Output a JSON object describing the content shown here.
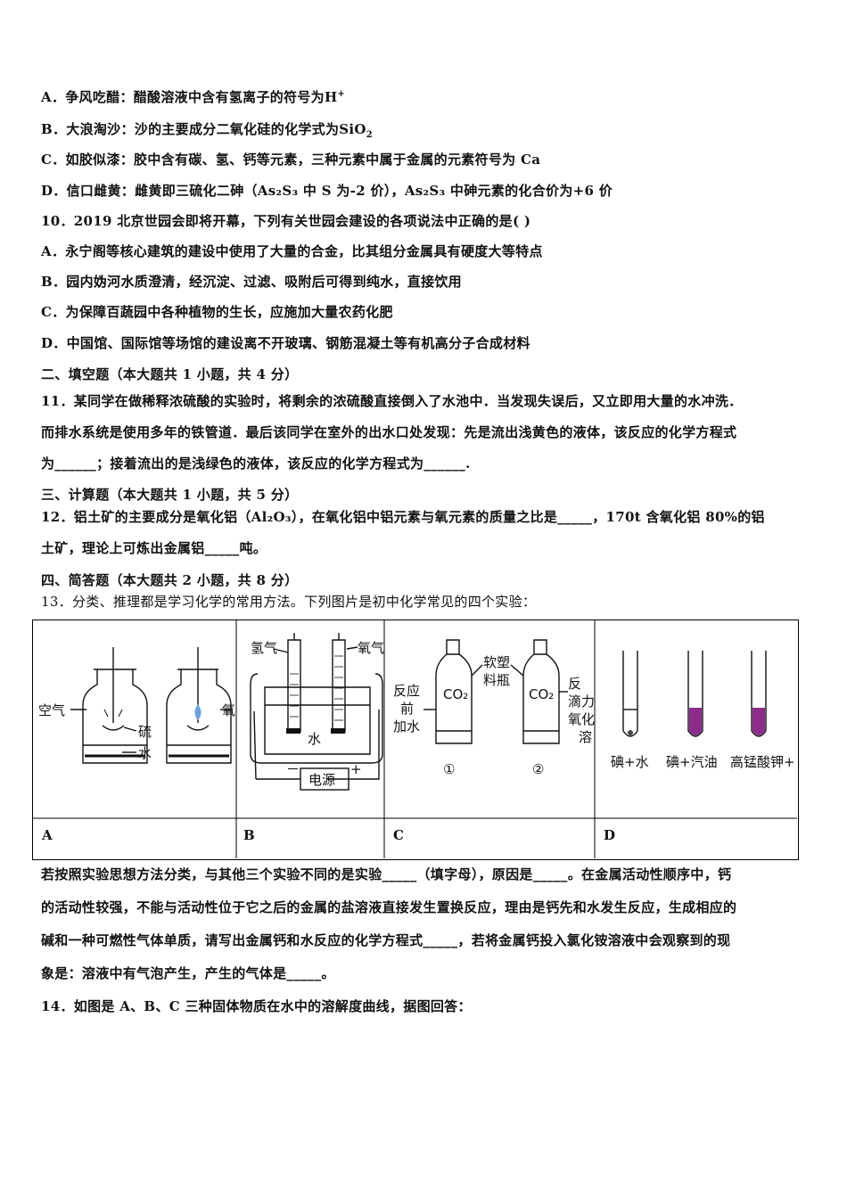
{
  "lines": [
    {
      "a": "A．争风吃醋：醋酸溶液中含有氢离子的符号为H",
      "b": "+"
    },
    {
      "a": "B．大浪淘沙：沙的主要成分二氧化硅的化学式为SiO",
      "b": "2"
    },
    {
      "a": "C．如胶似漆：胶中含有碳、氢、钙等元素，三种元素中属于金属的元素符号为 Ca"
    },
    {
      "a": "D．信口雌黄：雌黄即三硫化二砷（As₂S₃ 中 S 为-2 价），As₂S₃ 中砷元素的化合价为+6 价"
    },
    {
      "a": "10．2019 北京世园会即将开幕，下列有关世园会建设的各项说法中正确的是( )"
    },
    {
      "a": "A．永宁阁等核心建筑的建设中使用了大量的合金，比其组分金属具有硬度大等特点"
    },
    {
      "a": "B．园内妫河水质澄清，经沉淀、过滤、吸附后可得到纯水，直接饮用"
    },
    {
      "a": "C．为保障百蔬园中各种植物的生长，应施加大量农药化肥"
    },
    {
      "a": "D．中国馆、国际馆等场馆的建设离不开玻璃、钢筋混凝土等有机高分子合成材料"
    },
    {
      "a": "二、填空题（本大题共 1 小题，共 4 分）"
    },
    {
      "a": "11．某同学在做稀释浓硫酸的实验时，将剩余的浓硫酸直接倒入了水池中．当发现失误后，又立即用大量的水冲洗．"
    },
    {
      "a": "而排水系统是使用多年的铁管道．最后该同学在室外的出水口处发现：先是流出浅黄色的液体，该反应的化学方程式"
    },
    {
      "a": "为______；接着流出的是浅绿色的液体，该反应的化学方程式为______."
    },
    {
      "a": "三、计算题（本大题共 1 小题，共 5 分）"
    },
    {
      "a": "12．铝土矿的主要成分是氧化铝（Al₂O₃），在氧化铝中铝元素与氧元素的质量之比是_____，170t 含氧化铝 80%的铝"
    },
    {
      "a": "土矿，理论上可炼出金属铝_____吨。"
    },
    {
      "a": "四、简答题（本大题共 2 小题，共 8 分）"
    },
    {
      "a": "13．分类、推理都是学习化学的常用方法。下列图片是初中化学常见的四个实验："
    },
    {
      "a": "若按照实验思想方法分类，与其他三个实验不同的是实验_____（填字母），原因是_____。在金属活动性顺序中，钙"
    },
    {
      "a": "的活动性较强，不能与活动性位于它之后的金属的盐溶液直接发生置换反应，理由是钙先和水发生反应，生成相应的"
    },
    {
      "a": "碱和一种可燃性气体单质，请写出金属钙和水反应的化学方程式_____，若将金属钙投入氯化铵溶液中会观察到的现"
    },
    {
      "a": "象是：溶液中有气泡产生，产生的气体是_____。"
    },
    {
      "a": "14．如图是 A、B、C 三种固体物质在水中的溶解度曲线，据图回答："
    }
  ],
  "figure": {
    "panel_labels": [
      "A",
      "B",
      "C",
      "D"
    ],
    "a": {
      "air": "空气",
      "sulfur": "硫",
      "water": "水",
      "oxygen": "氧"
    },
    "b": {
      "hydrogen": "氢气",
      "oxygen": "氧气",
      "water": "水",
      "minus": "－",
      "plus": "+",
      "power": "电源"
    },
    "c": {
      "soft": "软塑",
      "bottle": "料瓶",
      "co2": "CO₂",
      "before1": "反应",
      "before2": "前",
      "before3": "加水",
      "right1": "反",
      "right2": "滴力",
      "right3": "氧化",
      "right4": "溶",
      "n1": "①",
      "n2": "②"
    },
    "d": {
      "t1": "碘+水",
      "t2": "碘+汽油",
      "t3": "高锰酸钾+"
    }
  }
}
